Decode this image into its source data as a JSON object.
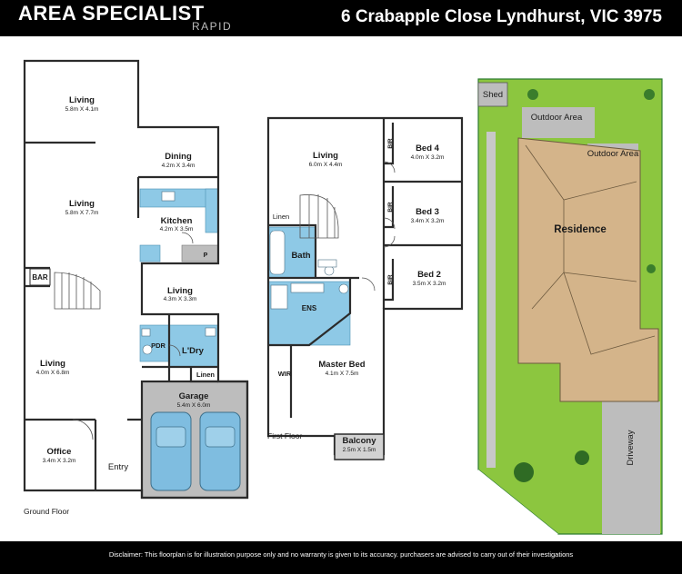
{
  "header": {
    "brand": "AREA SPECIALIST",
    "brand_sub": "RAPID",
    "address": "6 Crabapple Close Lyndhurst, VIC 3975"
  },
  "ground_floor": {
    "title": "Ground Floor",
    "rooms": {
      "living_top": {
        "name": "Living",
        "size": "5.8m X 4.1m"
      },
      "dining": {
        "name": "Dining",
        "size": "4.2m X 3.4m"
      },
      "living_mid": {
        "name": "Living",
        "size": "5.8m X 7.7m"
      },
      "kitchen": {
        "name": "Kitchen",
        "size": "4.2m X 3.5m"
      },
      "living_small": {
        "name": "Living",
        "size": "4.3m X 3.3m"
      },
      "living_low": {
        "name": "Living",
        "size": "4.0m X 6.8m"
      },
      "office": {
        "name": "Office",
        "size": "3.4m X 3.2m"
      },
      "garage": {
        "name": "Garage",
        "size": "5.4m X 6.0m"
      }
    },
    "labels": {
      "bar": "BAR",
      "pdr": "PDR",
      "ldry": "L'Dry",
      "linen": "Linen",
      "pantry": "P",
      "entry": "Entry"
    }
  },
  "first_floor": {
    "title": "First Floor",
    "rooms": {
      "living": {
        "name": "Living",
        "size": "6.0m X 4.4m"
      },
      "bed4": {
        "name": "Bed 4",
        "size": "4.0m X 3.2m"
      },
      "bed3": {
        "name": "Bed 3",
        "size": "3.4m X 3.2m"
      },
      "bed2": {
        "name": "Bed 2",
        "size": "3.5m X 3.2m"
      },
      "master": {
        "name": "Master Bed",
        "size": "4.1m X 7.5m"
      },
      "balcony": {
        "name": "Balcony",
        "size": "2.5m X 1.5m"
      }
    },
    "labels": {
      "linen": "Linen",
      "bath": "Bath",
      "ens": "ENS",
      "wir": "WIR",
      "bir": "BIR"
    }
  },
  "site": {
    "shed": "Shed",
    "outdoor_area_1": "Outdoor Area",
    "outdoor_area_2": "Outdoor Area",
    "residence": "Residence",
    "driveway": "Driveway"
  },
  "footer": {
    "disclaimer": "Disclaimer: This floorplan is for illustration purpose only and no warranty is given to its accuracy. purchasers are advised to carry out of their investigations"
  }
}
